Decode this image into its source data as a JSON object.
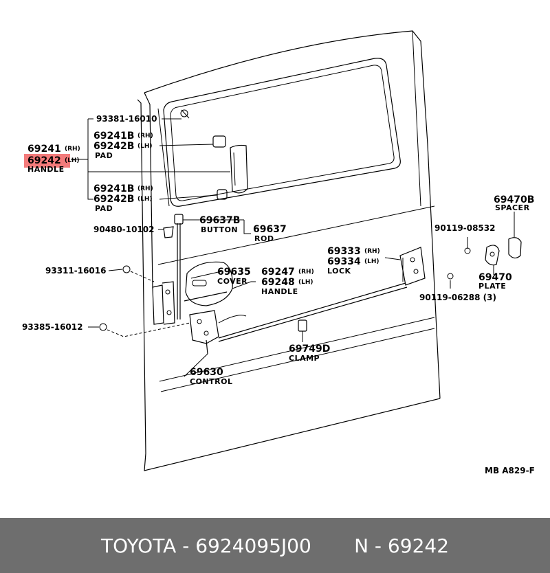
{
  "diagram": {
    "callouts": {
      "p93381": "93381-16010",
      "p69241b_top": "69241B",
      "p69242b_top": "69242B",
      "rh": "(RH)",
      "lh": "(LH)",
      "pad_top": "PAD",
      "p69241": "69241",
      "p69242": "69242",
      "handle_main": "HANDLE",
      "p69241b_bot": "69241B",
      "p69242b_bot": "69242B",
      "pad_bot": "PAD",
      "p90480": "90480-10102",
      "p69637b": "69637B",
      "button": "BUTTON",
      "p69637": "69637",
      "rod": "ROD",
      "p93311": "93311-16016",
      "p69635": "69635",
      "cover": "COVER",
      "p69247": "69247",
      "p69248": "69248",
      "handle_inner": "HANDLE",
      "p93385": "93385-16012",
      "p69630": "69630",
      "control": "CONTROL",
      "p69749d": "69749D",
      "clamp": "CLAMP",
      "p69333": "69333",
      "p69334": "69334",
      "lock": "LOCK",
      "p90119a": "90119-08532",
      "p69470b": "69470B",
      "spacer": "SPACER",
      "p69470": "69470",
      "plate": "PLATE",
      "p90119b": "90119-06288 (3)",
      "ref": "MB   A829-F"
    },
    "highlight_color": "#f26d6d"
  },
  "footer": {
    "text": "TOYOTA - 6924095J00       N - 69242"
  }
}
